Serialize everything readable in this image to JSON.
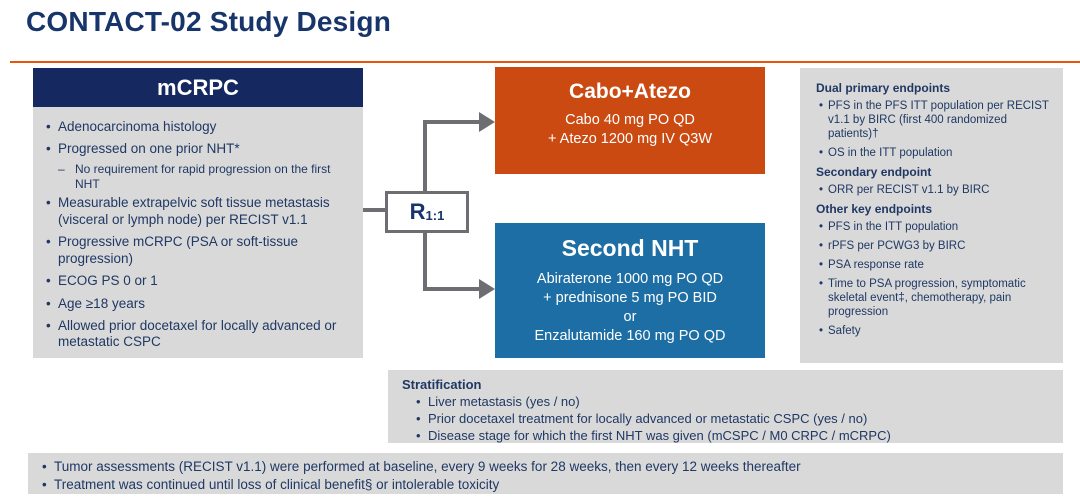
{
  "title": "CONTACT-02 Study Design",
  "colors": {
    "title_navy": "#17356B",
    "header_navy": "#152960",
    "panel_gray": "#D9D9D9",
    "arm_orange": "#CB4A12",
    "arm_blue": "#1C6EA4",
    "arrow_gray": "#6D6E71",
    "accent_line_orange": "#E8550F",
    "body_text_navy": "#1F3864"
  },
  "population": {
    "header": "mCRPC",
    "bullets": [
      "Adenocarcinoma histology",
      "Progressed on one prior NHT*",
      "No requirement for rapid progression on the first NHT",
      "Measurable extrapelvic soft tissue metastasis (visceral or lymph node) per RECIST v1.1",
      "Progressive mCRPC (PSA or soft-tissue progression)",
      "ECOG PS 0 or 1",
      "Age ≥18 years",
      "Allowed prior docetaxel for locally advanced or metastatic CSPC"
    ]
  },
  "randomization": {
    "label": "R",
    "ratio": "1:1"
  },
  "arms": [
    {
      "title": "Cabo+Atezo",
      "lines": [
        "Cabo 40 mg PO QD",
        "+ Atezo 1200 mg IV Q3W"
      ]
    },
    {
      "title": "Second NHT",
      "lines": [
        "Abiraterone 1000 mg PO QD",
        "+ prednisone 5 mg PO BID",
        "or",
        "Enzalutamide 160 mg PO QD"
      ]
    }
  ],
  "endpoints": {
    "sections": [
      {
        "heading": "Dual primary endpoints",
        "items": [
          "PFS in the PFS ITT population per RECIST v1.1 by BIRC (first 400 randomized patients)†",
          "OS in the ITT population"
        ]
      },
      {
        "heading": "Secondary endpoint",
        "items": [
          "ORR per RECIST v1.1 by BIRC"
        ]
      },
      {
        "heading": "Other key endpoints",
        "items": [
          "PFS in the ITT population",
          "rPFS per PCWG3 by BIRC",
          "PSA response rate",
          "Time to PSA progression, symptomatic skeletal event‡, chemotherapy, pain progression",
          "Safety"
        ]
      }
    ]
  },
  "stratification": {
    "heading": "Stratification",
    "items": [
      "Liver metastasis (yes / no)",
      "Prior docetaxel treatment for locally advanced or metastatic CSPC (yes / no)",
      "Disease stage for which the first NHT was given (mCSPC / M0 CRPC / mCRPC)"
    ]
  },
  "footnotes": [
    "Tumor assessments (RECIST v1.1) were performed at baseline, every 9 weeks for 28 weeks, then every 12 weeks thereafter",
    "Treatment was continued until loss of clinical benefit§ or intolerable toxicity"
  ]
}
